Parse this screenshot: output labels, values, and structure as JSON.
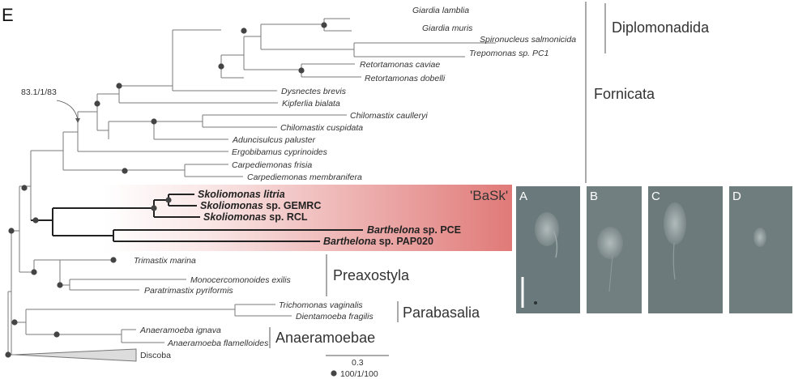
{
  "panel_label": "E",
  "annotation_label": "83.1/1/83",
  "leaves": {
    "giardia_lamblia": "Giardia lamblia",
    "giardia_muris": "Giardia muris",
    "spironucleus": "Spironucleus salmonicida",
    "trepomonas": "Trepomonas sp. PC1",
    "retortamonas_caviae": "Retortamonas caviae",
    "retortamonas_dobelli": "Retortamonas dobelli",
    "dysnectes": "Dysnectes brevis",
    "kipferlia": "Kipferlia bialata",
    "chilomastix_caulleryi": "Chilomastix caulleryi",
    "chilomastix_cuspidata": "Chilomastix cuspidata",
    "aduncisulcus": "Aduncisulcus paluster",
    "ergobibamus": "Ergobibamus cyprinoides",
    "carpediemonas_frisia": "Carpediemonas frisia",
    "carpediemonas_membranifera": "Carpediemonas membranifera",
    "skolio_litria_genus": "Skoliomonas",
    "skolio_litria_species": "litria",
    "skolio_gemrc_genus": "Skoliomonas",
    "skolio_gemrc_suffix": "sp. GEMRC",
    "skolio_rcl_genus": "Skoliomonas",
    "skolio_rcl_suffix": "sp. RCL",
    "barthelona_pce_genus": "Barthelona",
    "barthelona_pce_suffix": "sp. PCE",
    "barthelona_pap_genus": "Barthelona",
    "barthelona_pap_suffix": "sp. PAP020",
    "trimastix": "Trimastix marina",
    "monocercomonoides": "Monocercomonoides exilis",
    "paratrimastix": "Paratrimastix pyriformis",
    "trichomonas": "Trichomonas vaginalis",
    "dientamoeba": "Dientamoeba fragilis",
    "anaeramoeba_ignava": "Anaeramoeba ignava",
    "anaeramoeba_flamelloides": "Anaeramoeba flamelloides",
    "discoba": "Discoba"
  },
  "clades": {
    "diplomonadida": "Diplomonadida",
    "fornicata": "Fornicata",
    "bask": "'BaSk'",
    "preaxostyla": "Preaxostyla",
    "parabasalia": "Parabasalia",
    "anaeramoebae": "Anaeramoebae"
  },
  "scale": {
    "value": "0.3"
  },
  "support_legend": "100/1/100",
  "micrographs": [
    "A",
    "B",
    "C",
    "D"
  ],
  "colors": {
    "bask_highlight": "#e07a78",
    "micrograph_bg": "#6c7a7c",
    "branch": "#7a7a7a",
    "node_dot": "#444444"
  }
}
